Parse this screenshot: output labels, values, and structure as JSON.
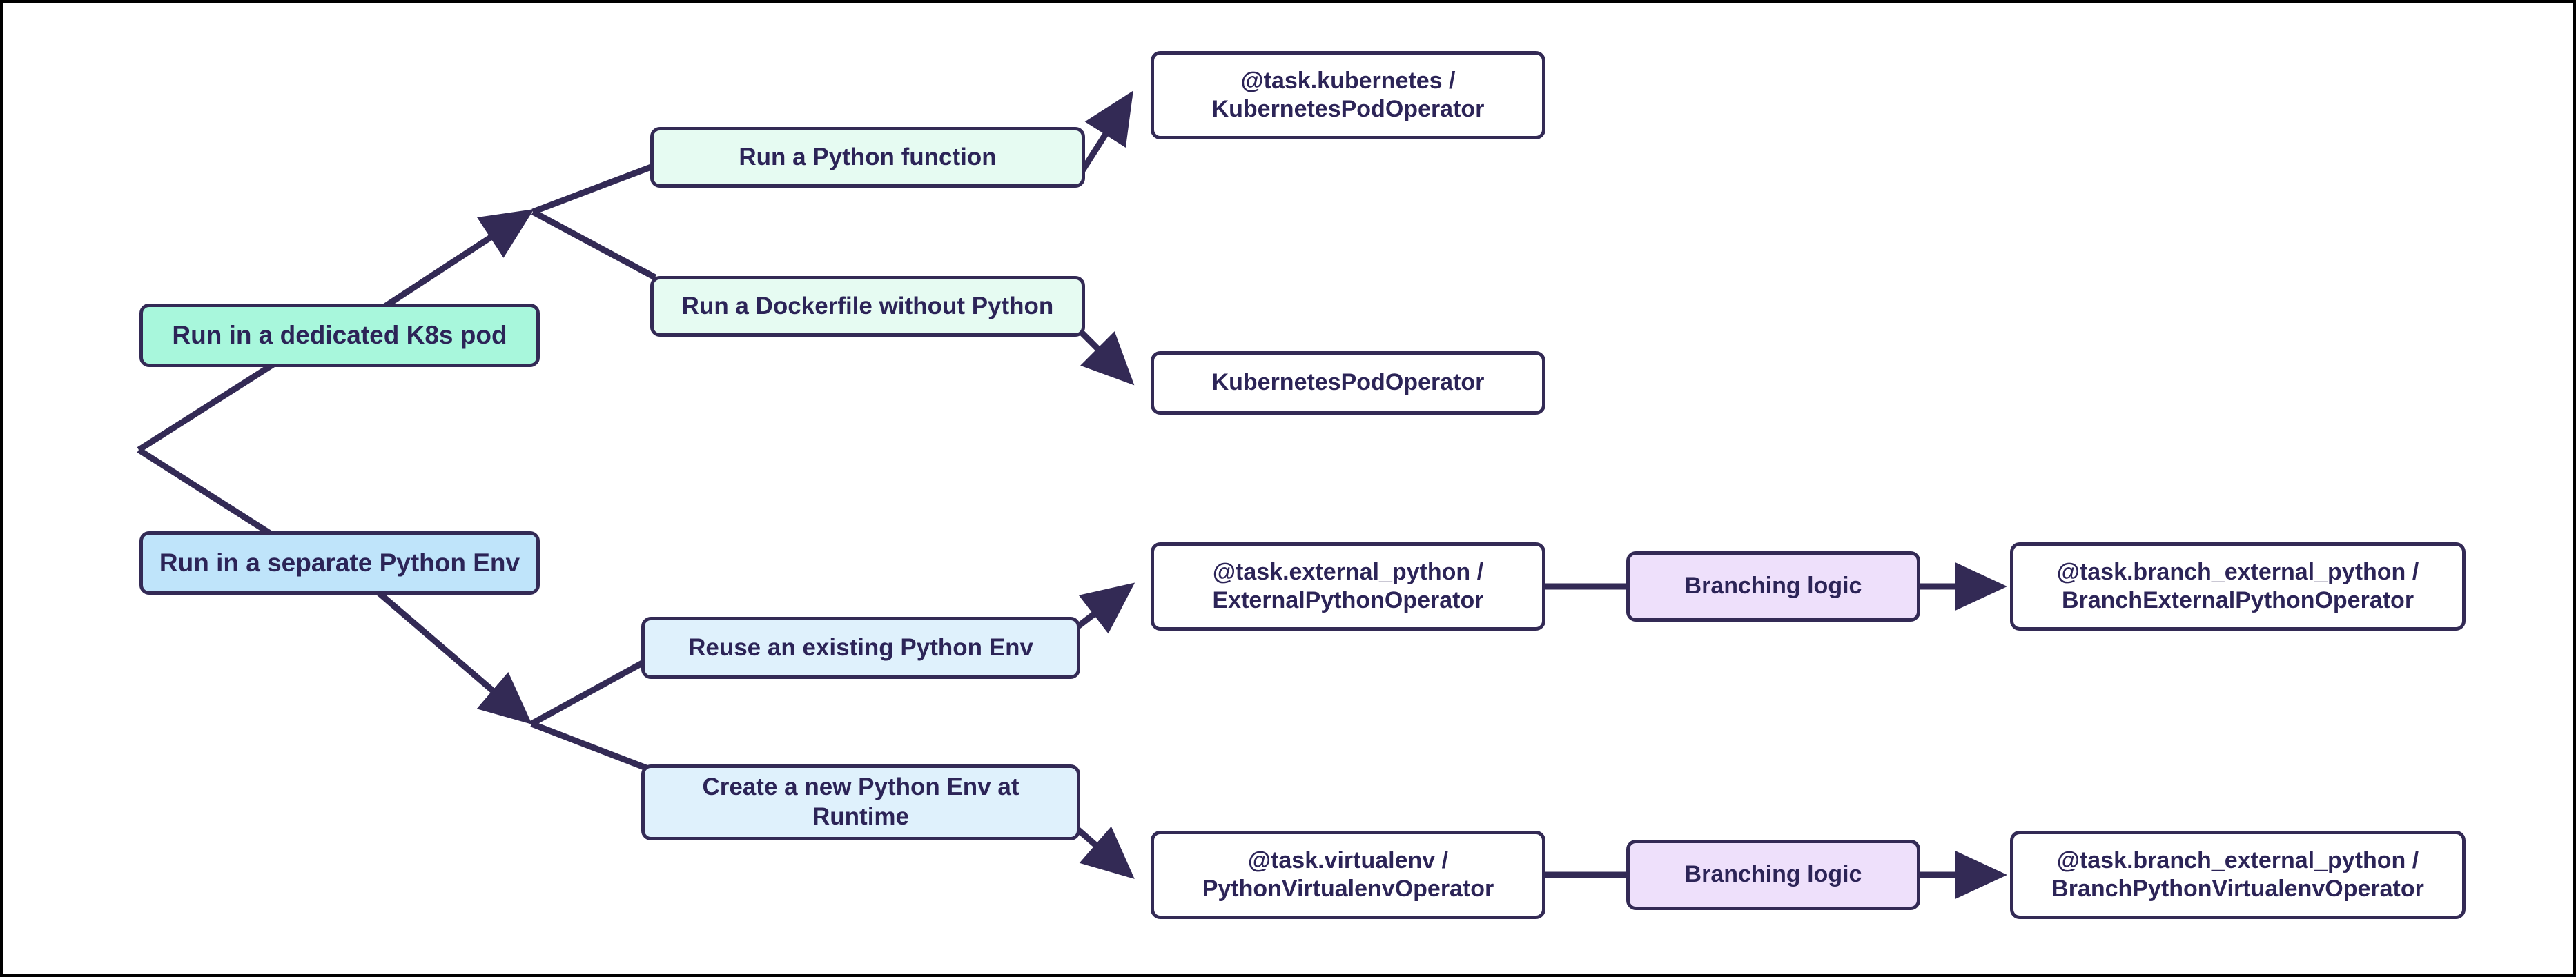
{
  "diagram": {
    "title": "Airflow Python task execution decision flowchart",
    "type": "flowchart",
    "direction": "left-to-right",
    "colors": {
      "edge": "#332A55",
      "text": "#2C2457",
      "green": "#A8F7DC",
      "mint": "#E6FBF2",
      "blue": "#BFE4FA",
      "light_blue": "#DFF1FC",
      "white": "#FFFFFF",
      "purple": "#EEE0FB",
      "frame": "#000000"
    }
  },
  "nodes": {
    "dedicated_k8s_pod": {
      "label": "Run in a dedicated K8s pod"
    },
    "separate_python_env": {
      "label": "Run in a separate Python Env"
    },
    "run_python_function": {
      "label": "Run a Python function"
    },
    "run_dockerfile_without_python": {
      "label": "Run a Dockerfile without Python"
    },
    "reuse_existing_python_env": {
      "label": "Reuse an existing Python Env"
    },
    "create_new_python_env": {
      "label": "Create a new Python Env at Runtime"
    },
    "task_kubernetes_operator": {
      "label": "@task.kubernetes /\nKubernetesPodOperator"
    },
    "kubernetes_pod_operator": {
      "label": "KubernetesPodOperator"
    },
    "task_external_python_operator": {
      "label": "@task.external_python /\nExternalPythonOperator"
    },
    "task_virtualenv_operator": {
      "label": "@task.virtualenv /\nPythonVirtualenvOperator"
    },
    "branching_logic_top": {
      "label": "Branching logic"
    },
    "branching_logic_bottom": {
      "label": "Branching logic"
    },
    "branch_external_python_operator": {
      "label": "@task.branch_external_python /\nBranchExternalPythonOperator"
    },
    "branch_python_virtualenv_operator": {
      "label": "@task.branch_external_python /\nBranchPythonVirtualenvOperator"
    }
  },
  "edges": [
    {
      "from": "root",
      "to": "dedicated_k8s_pod",
      "arrow": false
    },
    {
      "from": "root",
      "to": "separate_python_env",
      "arrow": false
    },
    {
      "from": "dedicated_k8s_pod",
      "to": "k8s_fork",
      "arrow": true
    },
    {
      "from": "k8s_fork",
      "to": "run_python_function",
      "arrow": false
    },
    {
      "from": "k8s_fork",
      "to": "run_dockerfile_without_python",
      "arrow": false
    },
    {
      "from": "run_python_function",
      "to": "task_kubernetes_operator",
      "arrow": true
    },
    {
      "from": "run_dockerfile_without_python",
      "to": "kubernetes_pod_operator",
      "arrow": true
    },
    {
      "from": "separate_python_env",
      "to": "python_env_fork",
      "arrow": true
    },
    {
      "from": "python_env_fork",
      "to": "reuse_existing_python_env",
      "arrow": false
    },
    {
      "from": "python_env_fork",
      "to": "create_new_python_env",
      "arrow": false
    },
    {
      "from": "reuse_existing_python_env",
      "to": "task_external_python_operator",
      "arrow": true
    },
    {
      "from": "create_new_python_env",
      "to": "task_virtualenv_operator",
      "arrow": true
    },
    {
      "from": "task_external_python_operator",
      "to": "branching_logic_top",
      "arrow": false
    },
    {
      "from": "branching_logic_top",
      "to": "branch_external_python_operator",
      "arrow": true
    },
    {
      "from": "task_virtualenv_operator",
      "to": "branching_logic_bottom",
      "arrow": false
    },
    {
      "from": "branching_logic_bottom",
      "to": "branch_python_virtualenv_operator",
      "arrow": true
    }
  ]
}
